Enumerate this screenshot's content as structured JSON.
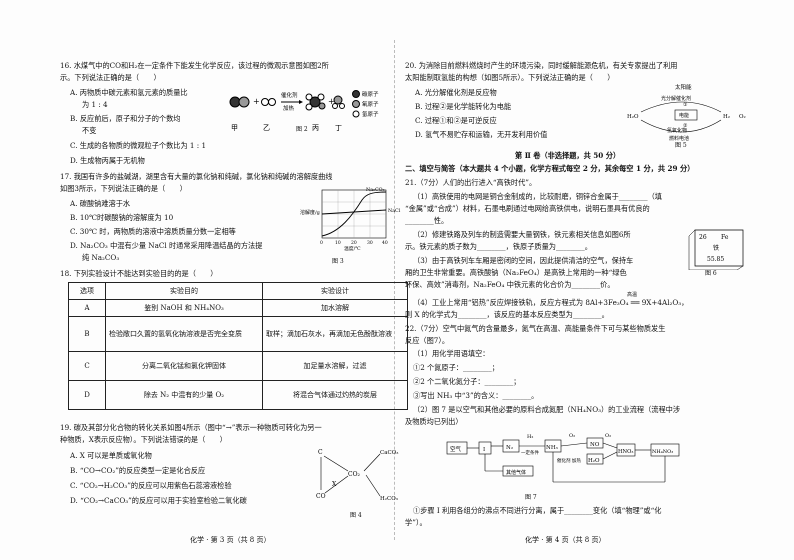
{
  "q16": {
    "stem1": "16. 水煤气中的CO和H₂在一定条件下能发生化学反应，该过程的微观示意图如图2所",
    "stem2": "示。下列说法正确的是（　　）",
    "a1": "A. 丙物质中碳元素和氢元素的质量比",
    "a2": "为 1 : 4",
    "b1": "B. 反应前后，原子和分子的个数均",
    "b2": "不变",
    "c": "C. 生成的各物质的微观粒子个数比为 1 : 1",
    "d": "D. 生成物丙属于无机物",
    "fig_labels": [
      "甲",
      "乙",
      "丙",
      "丁"
    ],
    "arrow_label1": "催化剂",
    "arrow_label2": "加热",
    "legend": [
      "碳原子",
      "氧原子",
      "氢原子"
    ],
    "fig": "图 2"
  },
  "q17": {
    "stem1": "17. 我国有许多的盐碱湖，湖里含有大量的氯化钠和纯碱，氯化钠和纯碱的溶解度曲线",
    "stem2": "如图3所示，下列说法正确的是（　　）",
    "a": "A. 碳酸钠难溶于水",
    "b": "B. 10℃时碳酸钠的溶解度为 10",
    "c": "C. 30℃ 时，两物质的溶液中溶质质量分数一定相等",
    "d1": "D. Na₂CO₃ 中混有少量 NaCl 时通常采用降温结晶的方法提",
    "d2": "纯 Na₂CO₃",
    "chart_ylabel": "溶解度/g",
    "chart_xlabel": "温度/℃",
    "chart_xticks": [
      "0",
      "10",
      "20",
      "30",
      "40"
    ],
    "series1": "Na₂CO₃",
    "series2": "NaCl",
    "fig": "图 3"
  },
  "q18": {
    "stem": "18. 下列实验设计不能达到实验目的的是（　　）",
    "headers": [
      "选项",
      "实验目的",
      "实验设计"
    ],
    "rows": [
      [
        "A",
        "鉴别 NaOH 和 NH₄NO₃",
        "加水溶解"
      ],
      [
        "B",
        "检验敞口久置的氢氧化钠溶液是否完全变质",
        "取样；滴加石灰水，再滴加无色酚酞溶液"
      ],
      [
        "C",
        "分离二氧化锰和氯化钾固体",
        "加足量水溶解，过滤"
      ],
      [
        "D",
        "除去 N₂ 中混有的少量 O₂",
        "将混合气体通过灼热的炭层"
      ]
    ]
  },
  "q19": {
    "stem1": "19. 碳及其部分化合物的转化关系如图4所示（图中“→”表示一种物质可转化为另一",
    "stem2": "种物质，X表示反应物）。下列说法错误的是（　　）",
    "a": "A. X 可以是单质或氧化物",
    "b": "B. “CO→CO₂”的反应类型一定是化合反应",
    "c": "C. “CO₂→H₂CO₃”的反应可以用紫色石蕊溶液检验",
    "d": "D. “CO₂→CaCO₃”的反应可以用于实验室检验二氧化碳",
    "nodes": [
      "C",
      "CO",
      "CO₂",
      "CaCO₃",
      "H₂CO₃",
      "X"
    ],
    "fig": "图 4"
  },
  "q20": {
    "stem1": "20. 为消除目前燃料燃烧时产生的环境污染，同时缓解能源危机，有关专家提出了利用",
    "stem2": "太阳能制取氢能的构想（如图5所示）。下列说法正确的是（　　）",
    "a": "A. 光分解催化剂是反应物",
    "b": "B. 过程②是化学能转化为电能",
    "c": "C. 过程①和②是可逆反应",
    "d": "D. 氢气不易贮存和运输，无开发利用价值",
    "fig_labels": [
      "太阳能",
      "光分解催化剂",
      "电能",
      "氢氧化物",
      "燃料电池",
      "H₂O",
      "H₂",
      "O₂",
      "①",
      "②"
    ],
    "fig": "图 5"
  },
  "part2": {
    "title": "第 Ⅱ 卷（非选择题，共 50 分）",
    "section": "二、填空与简答（本大题共 4 个小题，化学方程式每空 2 分，其余每空 1 分，共 29 分）"
  },
  "q21": {
    "l1": "21.（7分）人们的出行进入“高铁时代”。",
    "l2": "（1）高铁使用的电网是铜合金制成的，比较耐磨，铜锌合金属于________（填",
    "l3": "“金属”或“合成”）材料，石墨电刷通过电网给高铁供电，说明石墨具有优良的",
    "l4": "________性。",
    "l5": "（2）修建铁路及列车的制造需要大量钢铁，铁元素相关信息如图6所",
    "l6": "示。铁元素的质子数为________，铁原子质量为________。",
    "l7": "（3）由于高铁列车车厢是密闭的空间，因此提供清洁的空气，保持车",
    "l8": "厢的卫生非常重要。高铁酸钠（Na₂FeO₄）是高铁上常用的一种“绿色",
    "l9": "环保、高效”消毒剂，Na₂FeO₄ 中铁元素的化合价为________价。",
    "l10": "（4）工业上常用“铝热”反应焊接铁轨，反应方程式为 8Al+3Fe₃O₄ ══ 9X+4Al₂O₃，",
    "l11": "则 X 的化学式为________，该反应的基本反应类型为________。",
    "fe_num": "26",
    "fe_sym": "Fe",
    "fe_name": "铁",
    "fe_mass": "55.85",
    "fig": "图 6",
    "cond": "高温"
  },
  "q22": {
    "l1": "22.（7分）空气中氮气的含量最多，氮气在高温、高能量条件下可与某些物质发生",
    "l2": "反应（图7）。",
    "l3": "（1）用化学用语填空：",
    "l4": "①2 个氮原子：________；",
    "l5": "②2 个二氧化氮分子：________；",
    "l6": "③写出 NH₃ 中“3”的含义：________。",
    "l7": "（2）图 7 是以空气和其他必要的原料合成氮肥（NH₄NO₃）的工业流程（流程中涉",
    "l8": "及物质均已列出）",
    "l9": "①步骤 Ⅰ 利用各组分的沸点不同进行分离，属于________变化（填“物理”或“化",
    "l10": "学”）。",
    "flow": [
      "空气",
      "Ⅰ",
      "N₂",
      "H₂",
      "一定条件",
      "NH₃",
      "O₂",
      "催化剂 加热",
      "NO",
      "H₂O",
      "HNO₃",
      "NH₄NO₃",
      "其他气体",
      "O₂"
    ],
    "fig": "图 7"
  },
  "footer": {
    "left": "化学 · 第 3 页（共 8 页）",
    "right": "化学 · 第 4 页（共 8 页）"
  }
}
